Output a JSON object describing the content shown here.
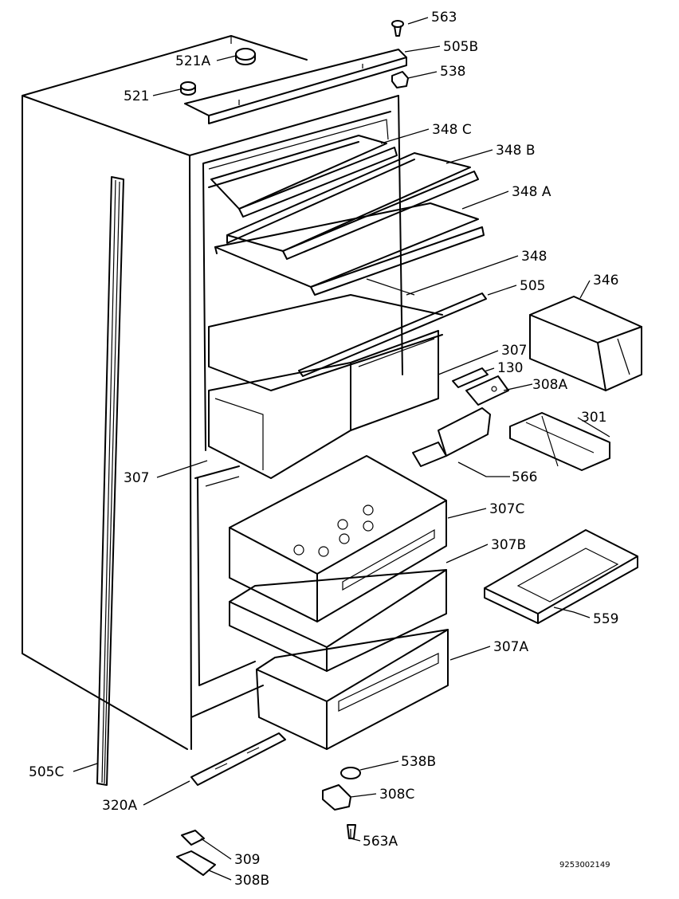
{
  "labels": {
    "p563": "563",
    "p505B": "505B",
    "p521A": "521A",
    "p538": "538",
    "p521": "521",
    "p348C": "348 C",
    "p348B": "348 B",
    "p348A": "348 A",
    "p348": "348",
    "p505": "505",
    "p346": "346",
    "p307_right": "307",
    "p130": "130",
    "p308A": "308A",
    "p301": "301",
    "p307_left": "307",
    "p566": "566",
    "p307C": "307C",
    "p307B": "307B",
    "p559": "559",
    "p307A": "307A",
    "p505C": "505C",
    "p538B": "538B",
    "p308C": "308C",
    "p320A": "320A",
    "p563A": "563A",
    "p309": "309",
    "p308B": "308B"
  },
  "document_number": "9253002149"
}
